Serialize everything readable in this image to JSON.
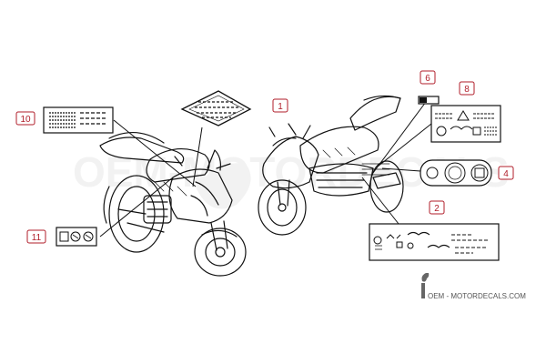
{
  "callouts": [
    {
      "id": "label-1",
      "text": "1"
    },
    {
      "id": "label-2",
      "text": "2"
    },
    {
      "id": "label-4",
      "text": "4"
    },
    {
      "id": "label-6",
      "text": "6"
    },
    {
      "id": "label-8",
      "text": "8"
    },
    {
      "id": "label-10",
      "text": "10"
    },
    {
      "id": "label-11",
      "text": "11"
    }
  ],
  "watermark": {
    "brand_text": "OEM - MOTORDECALS.COM",
    "background_text": "OEM-MOTORDECALS"
  },
  "colors": {
    "callout_accent": "#b01e2a",
    "line": "#111111",
    "watermark": "#e6e6e6"
  }
}
